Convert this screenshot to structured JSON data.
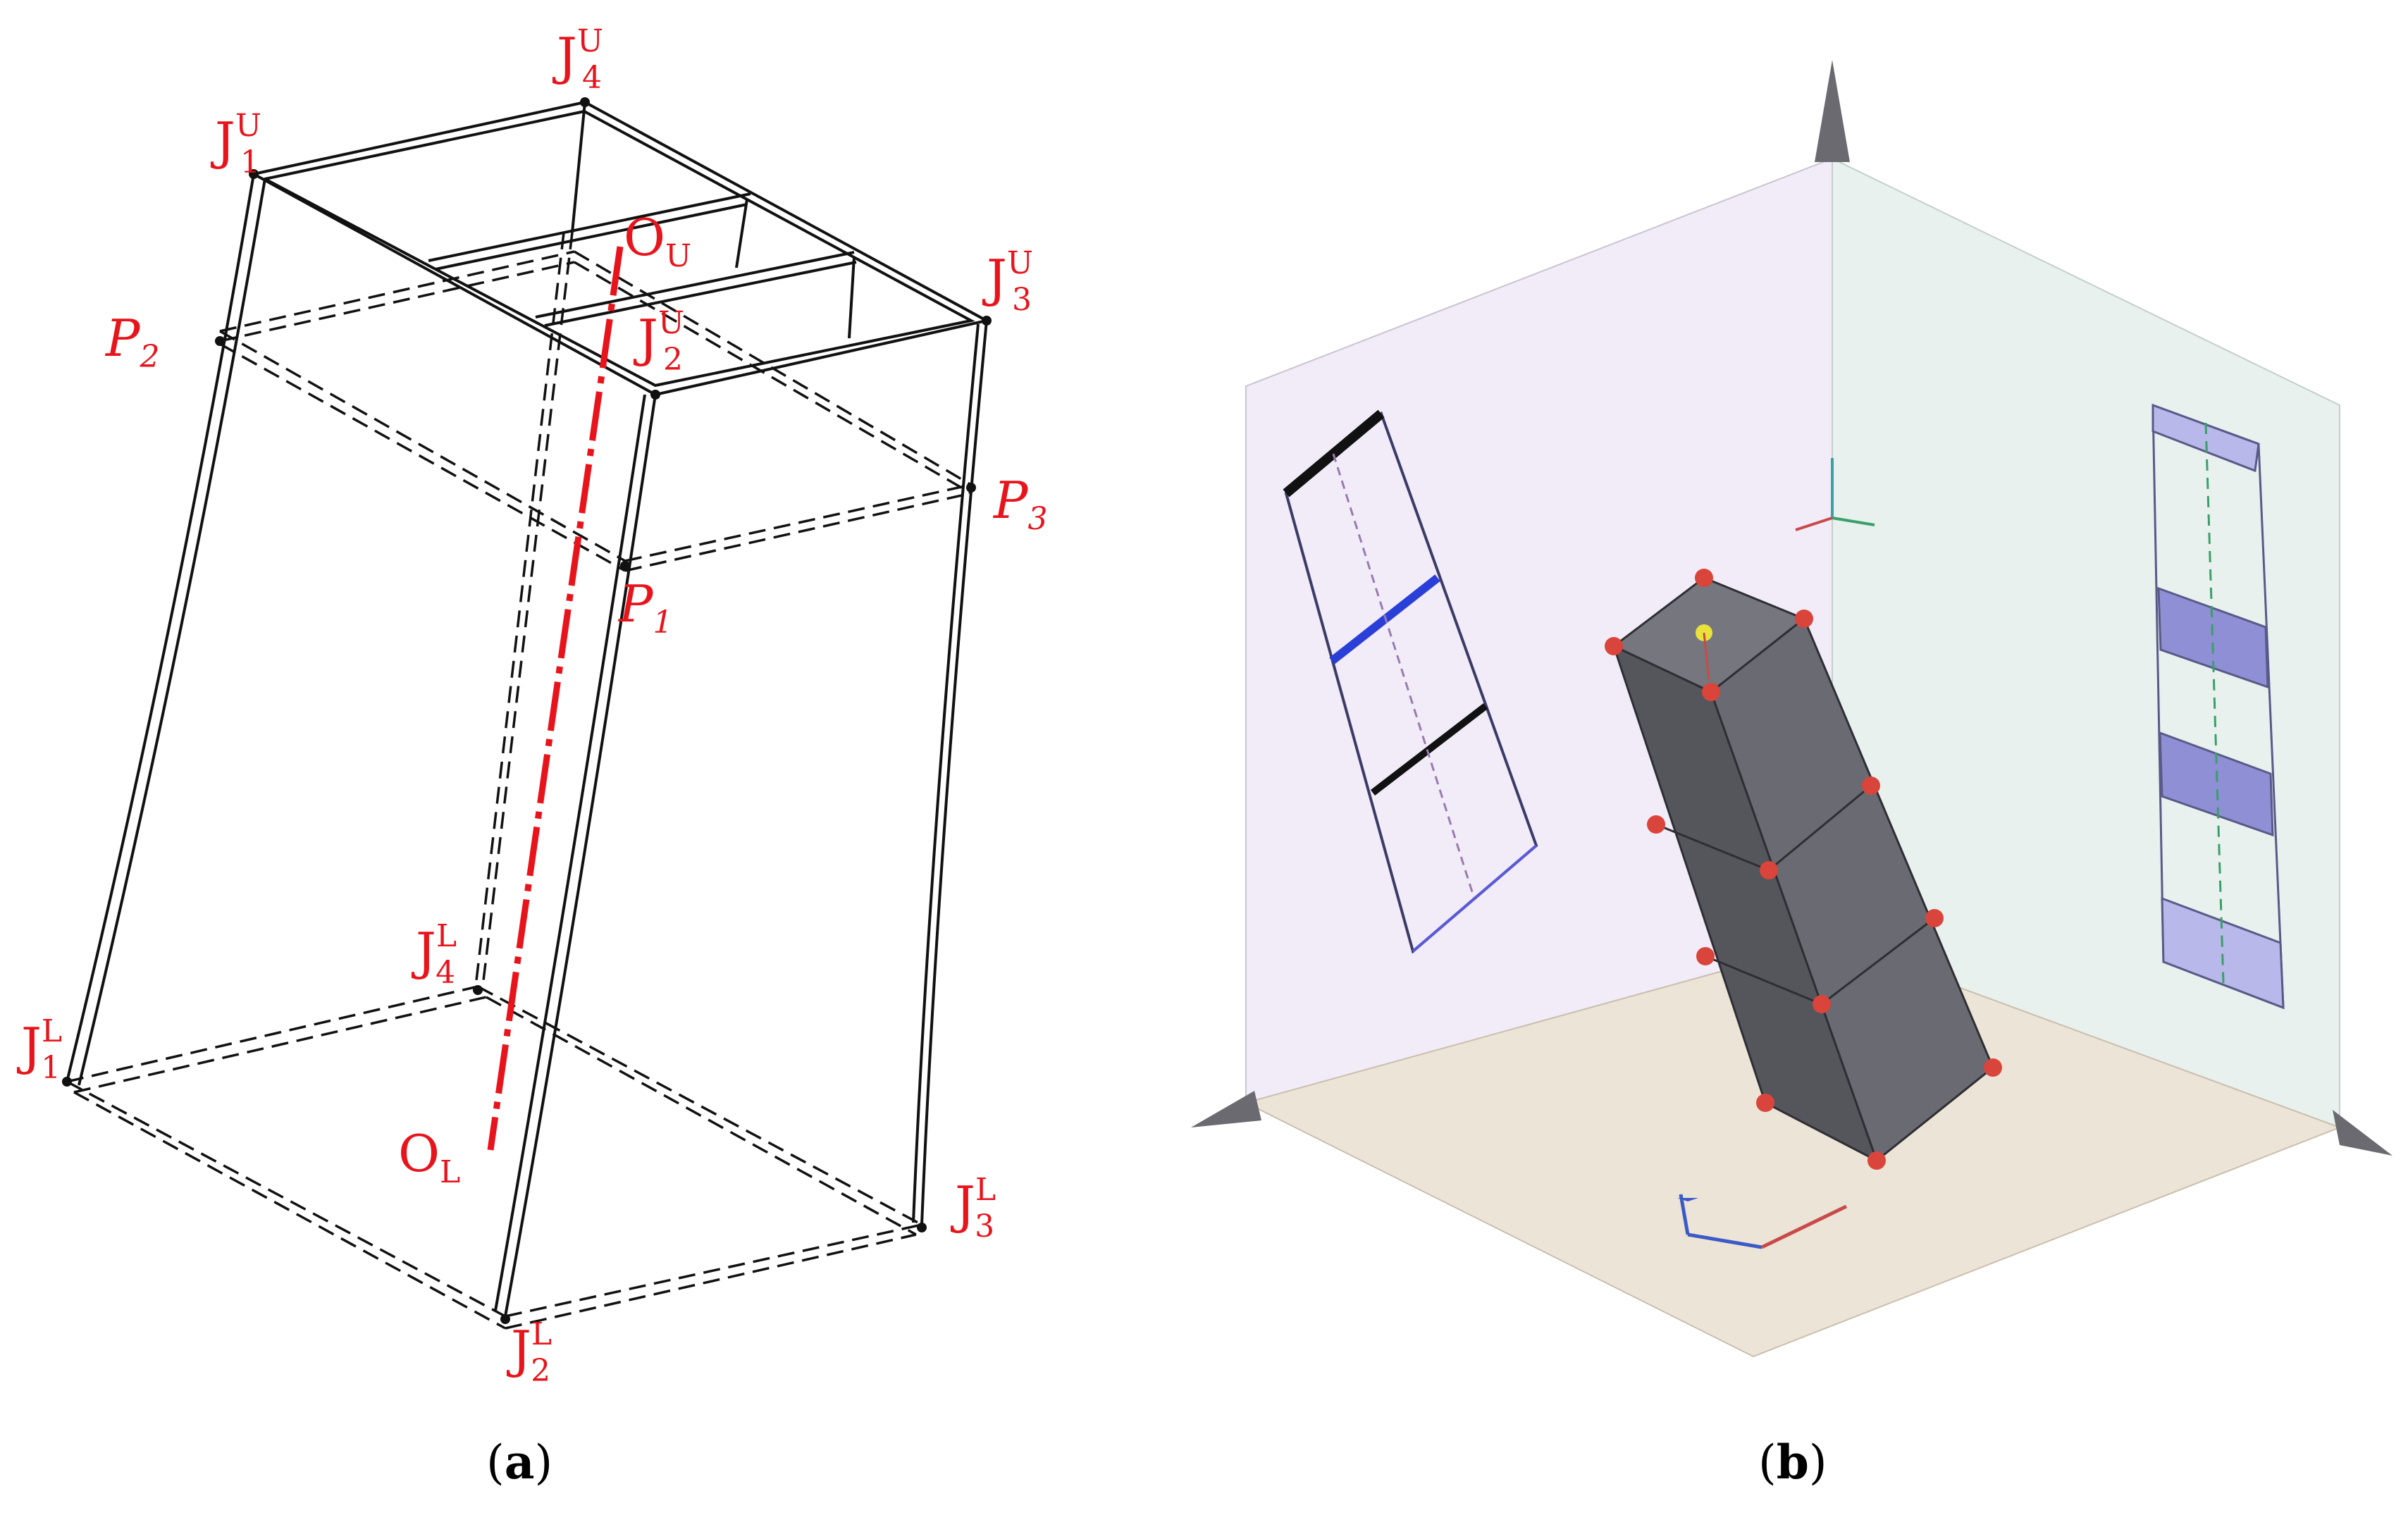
{
  "panel_a": {
    "joints": {
      "j1u": {
        "base": "J",
        "sub": "1",
        "sup": "U"
      },
      "j2u": {
        "base": "J",
        "sub": "2",
        "sup": "U"
      },
      "j3u": {
        "base": "J",
        "sub": "3",
        "sup": "U"
      },
      "j4u": {
        "base": "J",
        "sub": "4",
        "sup": "U"
      },
      "j1l": {
        "base": "J",
        "sub": "1",
        "sup": "L"
      },
      "j2l": {
        "base": "J",
        "sub": "2",
        "sup": "L"
      },
      "j3l": {
        "base": "J",
        "sub": "3",
        "sup": "L"
      },
      "j4l": {
        "base": "J",
        "sub": "4",
        "sup": "L"
      }
    },
    "points": {
      "p1": {
        "base": "P",
        "sub": "1"
      },
      "p2": {
        "base": "P",
        "sub": "2"
      },
      "p3": {
        "base": "P",
        "sub": "3"
      }
    },
    "centers": {
      "ou": {
        "base": "O",
        "sub": "U"
      },
      "ol": {
        "base": "O",
        "sub": "L"
      }
    },
    "colors": {
      "label": "#e8141c",
      "axis": "#e8141c",
      "line": "#111111"
    }
  },
  "panel_b": {
    "colors": {
      "left_wall": "#f1ecf8",
      "right_wall": "#e8f1ee",
      "floor": "#ece4d6",
      "block": "#5f5f66",
      "joint_marker": "#d9453a",
      "highlight_blue": "#2a3fd8",
      "band_fill": "#8f8fd6"
    }
  },
  "captions": {
    "a": {
      "open": "(",
      "letter": "a",
      "close": ")"
    },
    "b": {
      "open": "(",
      "letter": "b",
      "close": ")"
    }
  }
}
